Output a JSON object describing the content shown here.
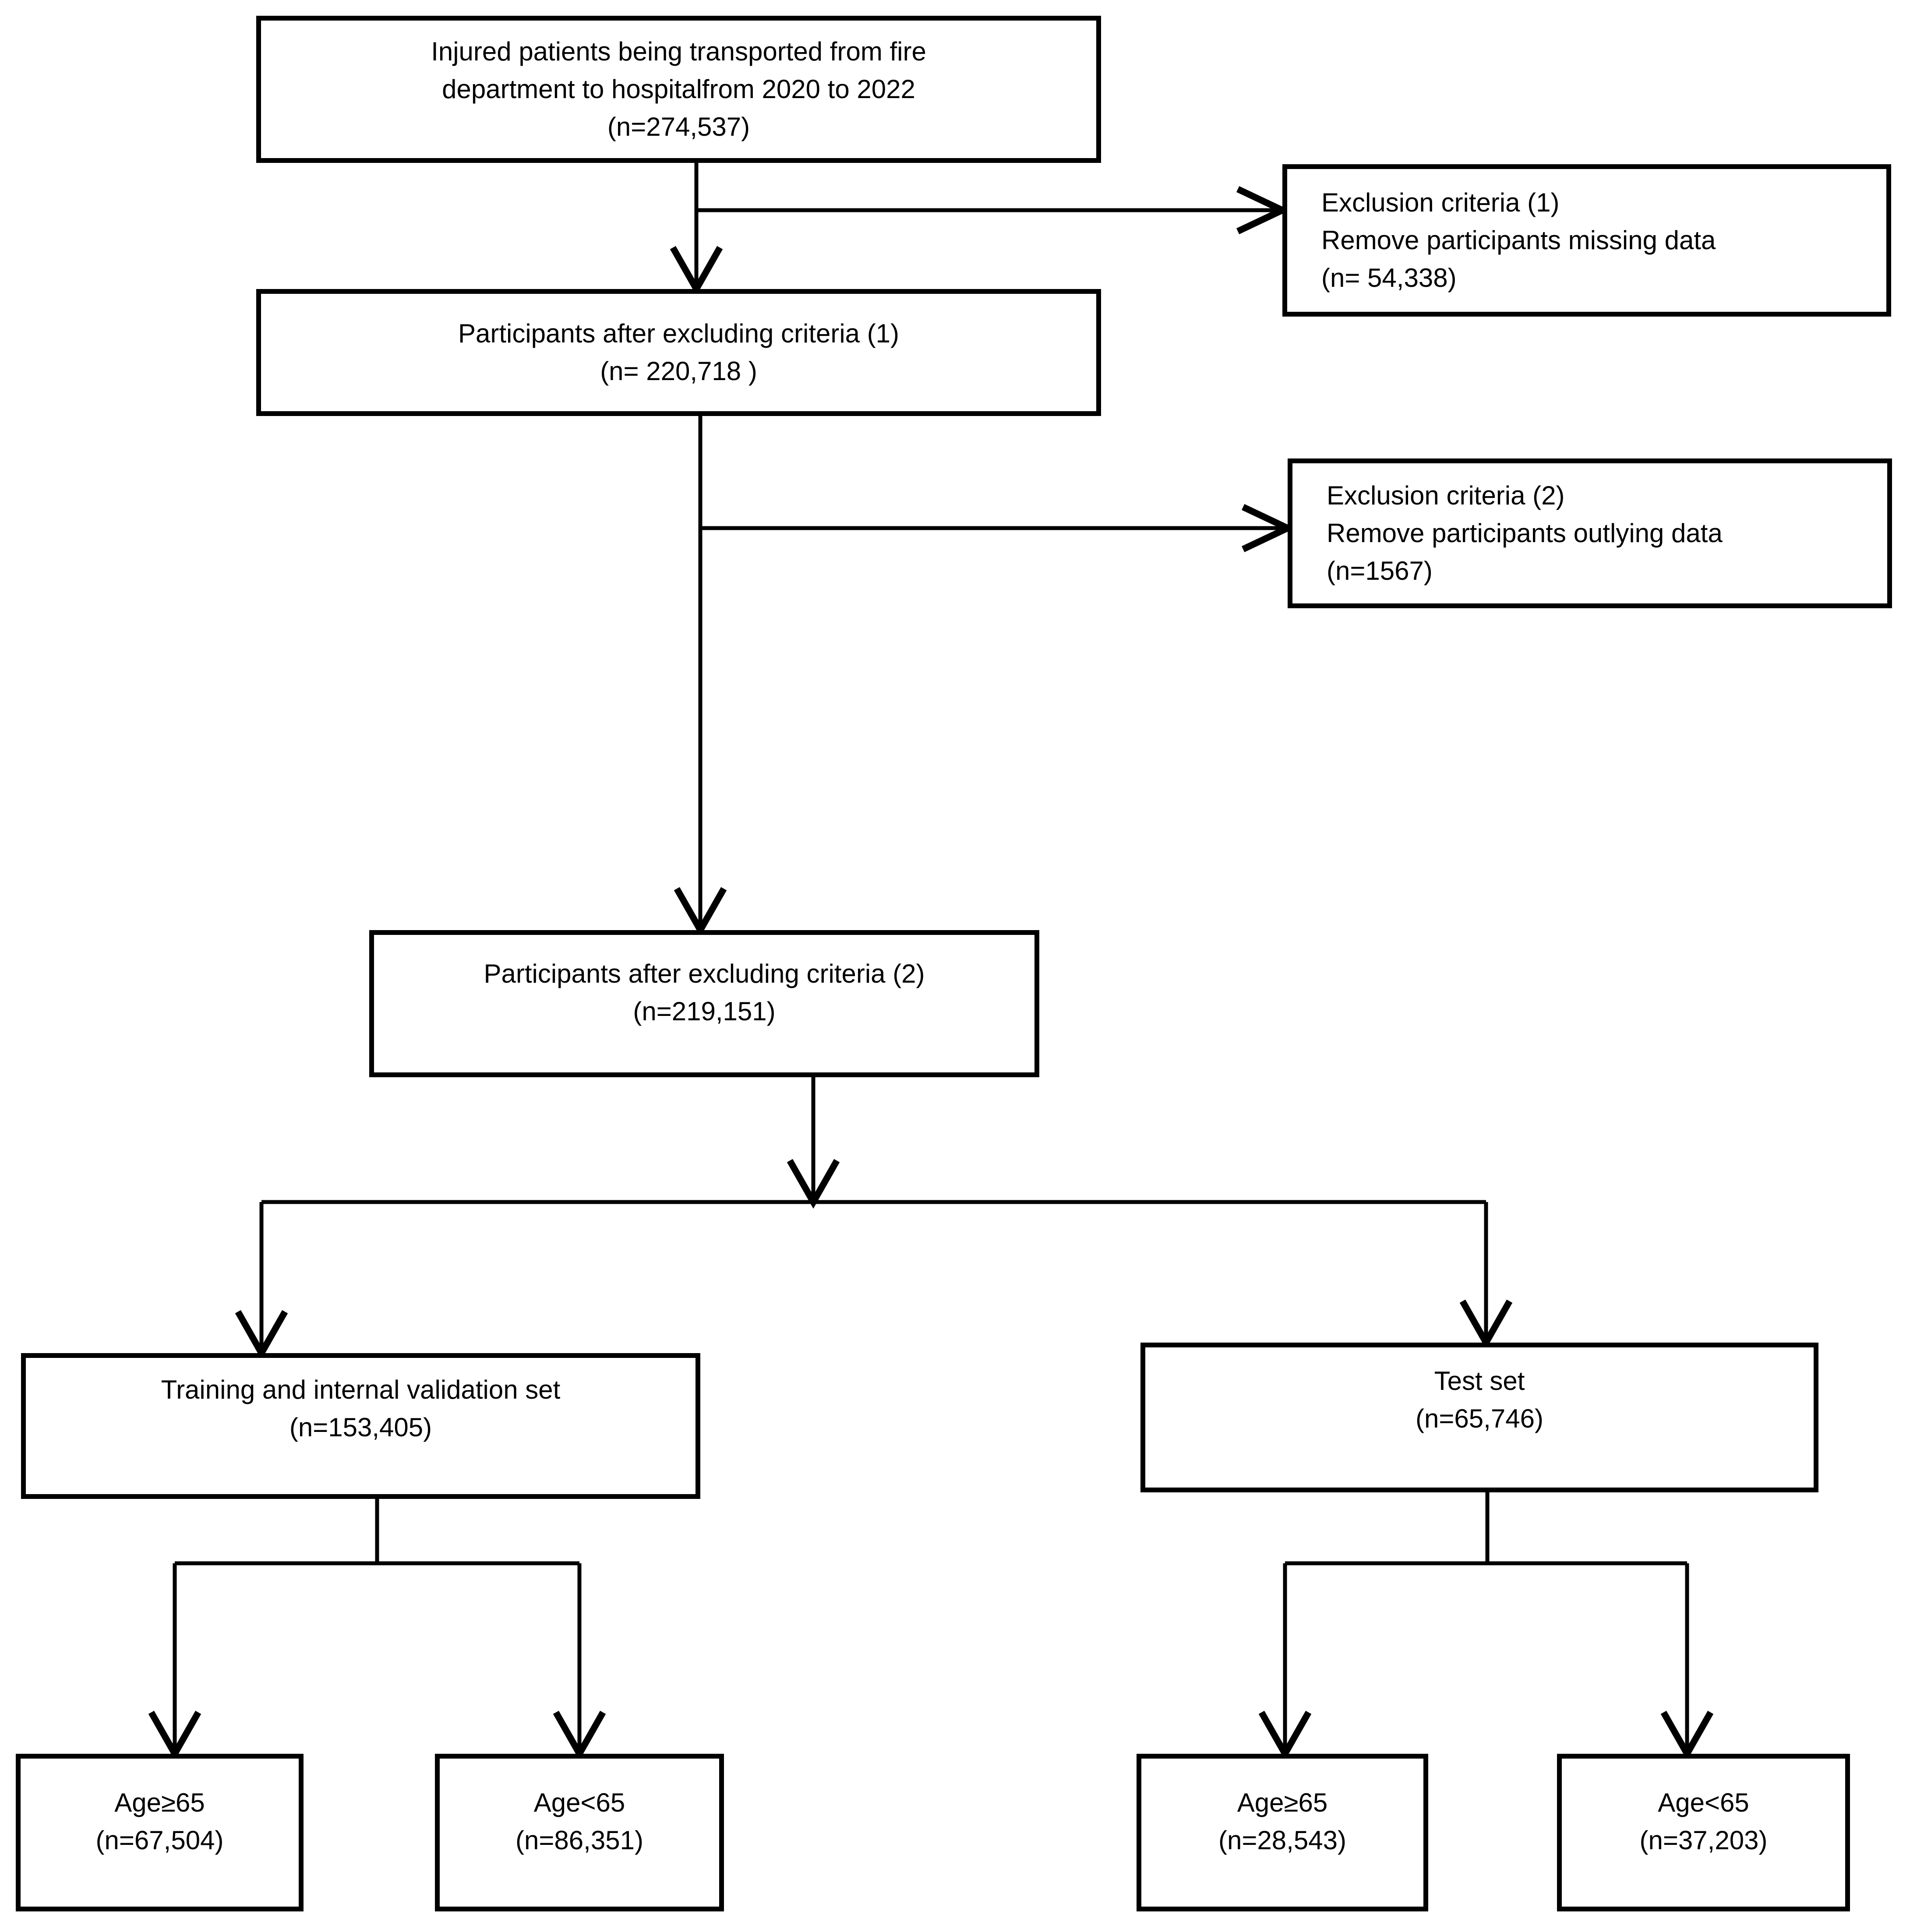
{
  "figure": {
    "type": "patient-flow-diagram",
    "background": "#ffffff",
    "line_color": "#000000",
    "text_color": "#000000",
    "nodes": [
      {
        "id": "source-population",
        "lines": [
          "Injured patients being transported from fire",
          "department to hospitalfrom 2020 to 2022",
          "(n=274,537)"
        ]
      },
      {
        "id": "exclusion-criteria-1",
        "lines": [
          "Exclusion criteria (1)",
          "Remove participants missing data",
          "(n= 54,338)"
        ]
      },
      {
        "id": "after-exclusion-1",
        "lines": [
          "Participants after excluding criteria (1)",
          "(n= 220,718 )"
        ]
      },
      {
        "id": "exclusion-criteria-2",
        "lines": [
          "Exclusion criteria (2)",
          "Remove participants outlying data",
          "(n=1567)"
        ]
      },
      {
        "id": "after-exclusion-2",
        "lines": [
          "Participants after excluding criteria (2)",
          "(n=219,151)"
        ]
      },
      {
        "id": "training-internal-validation-set",
        "lines": [
          "Training and internal validation set",
          "(n=153,405)"
        ]
      },
      {
        "id": "test-set",
        "lines": [
          "Test set",
          "(n=65,746)"
        ]
      },
      {
        "id": "training-age-ge65",
        "lines": [
          "Age≥65",
          "(n=67,504)"
        ]
      },
      {
        "id": "training-age-lt65",
        "lines": [
          "Age<65",
          "(n=86,351)"
        ]
      },
      {
        "id": "test-age-ge65",
        "lines": [
          "Age≥65",
          "(n=28,543)"
        ]
      },
      {
        "id": "test-age-lt65",
        "lines": [
          "Age<65",
          "(n=37,203)"
        ]
      }
    ]
  }
}
